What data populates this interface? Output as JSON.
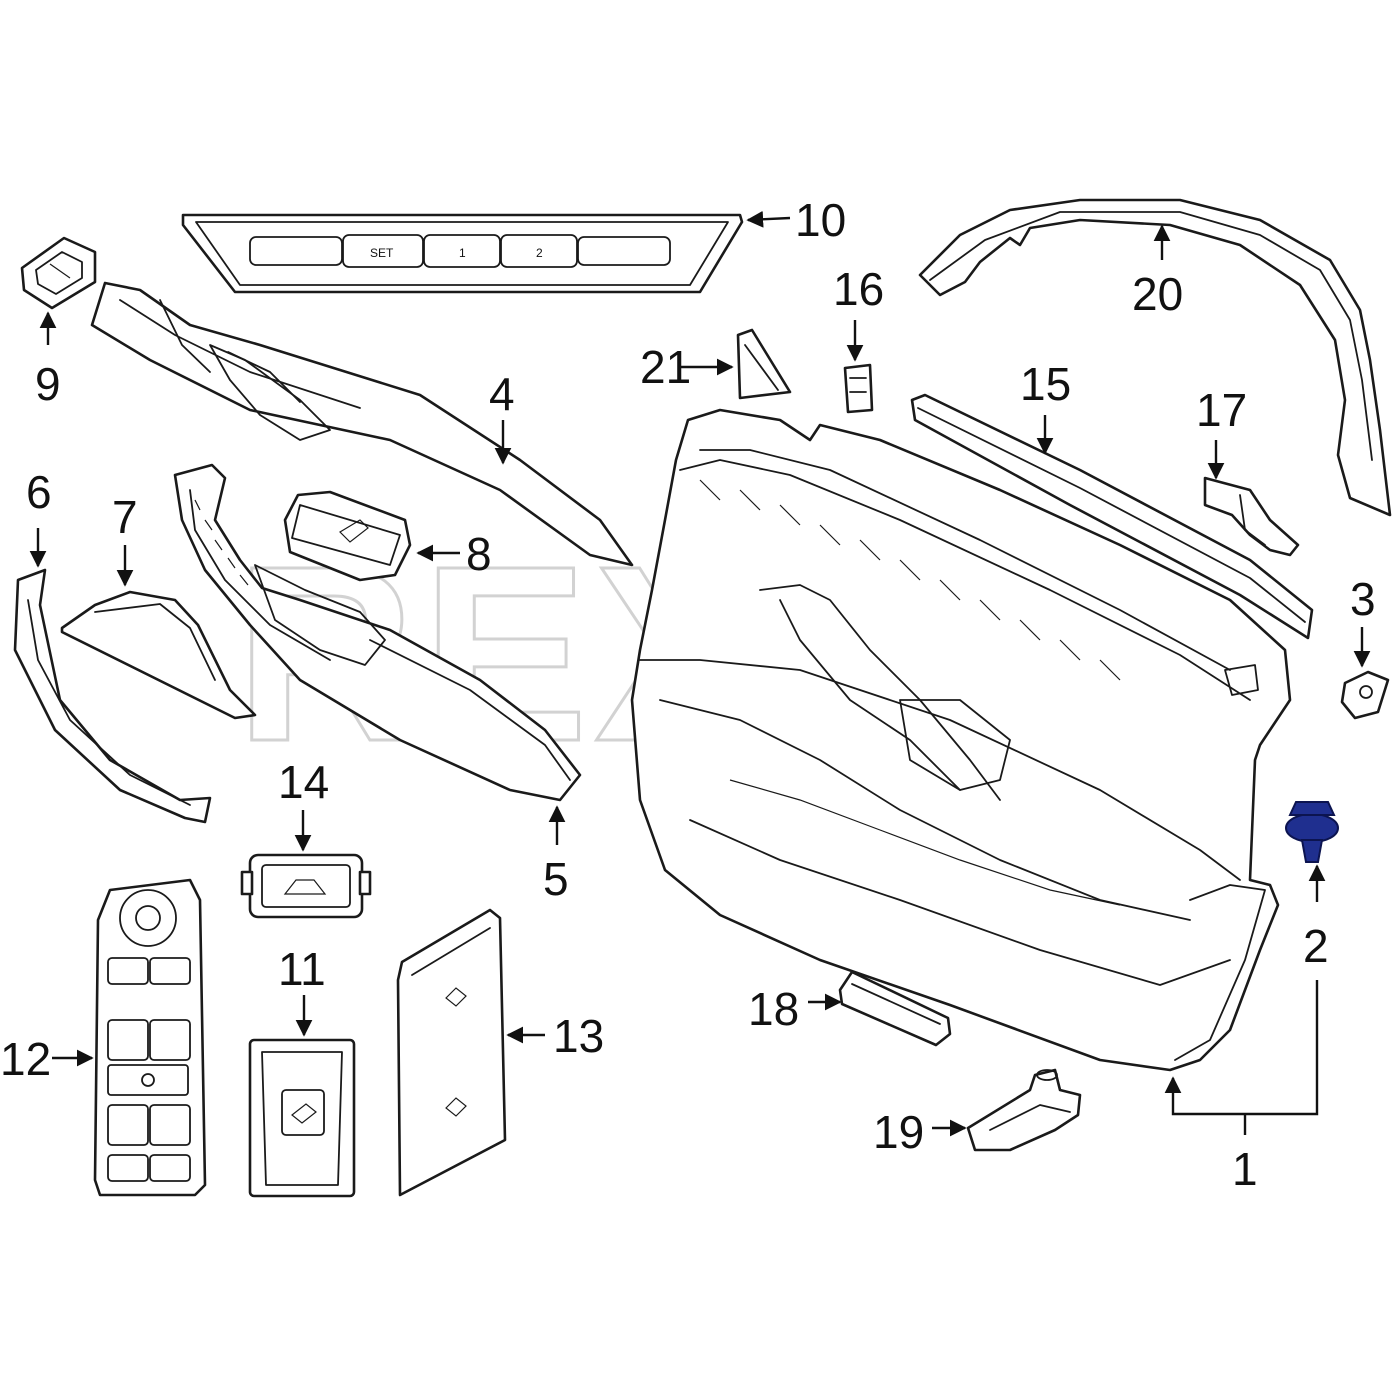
{
  "watermark": "REXRA",
  "button_labels": {
    "set": "SET",
    "memory_1": "1",
    "memory_2": "2"
  },
  "callouts": [
    "1",
    "2",
    "3",
    "4",
    "5",
    "6",
    "7",
    "8",
    "9",
    "10",
    "11",
    "12",
    "13",
    "14",
    "15",
    "16",
    "17",
    "18",
    "19",
    "20",
    "21"
  ],
  "colors": {
    "line": "#1a1a1a",
    "highlight_part": "#1f2f8f",
    "watermark": "#d2d2d2"
  }
}
